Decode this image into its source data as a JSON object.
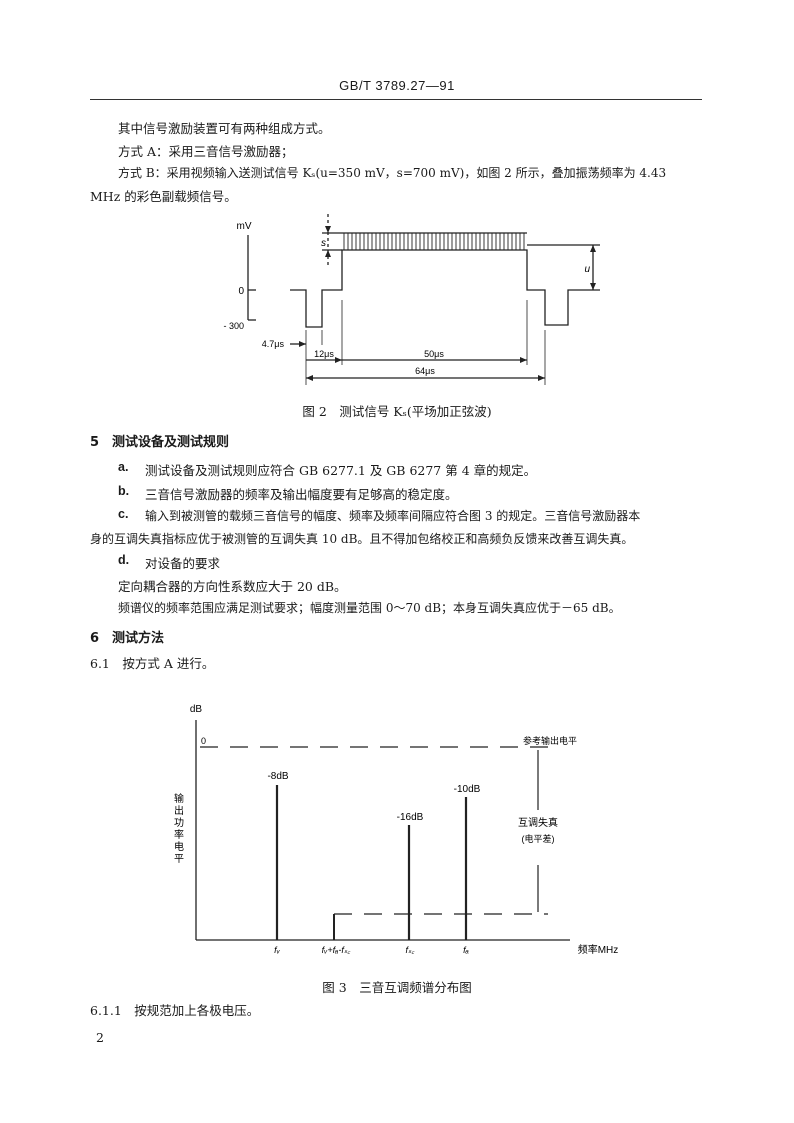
{
  "header": {
    "standard_no": "GB/T 3789.27—91"
  },
  "intro": {
    "line1": "其中信号激励装置可有两种组成方式。",
    "line2": "方式 A：采用三音信号激励器；",
    "line3": "方式 B：采用视频输入送测试信号 Kₛ(u=350 mV，s=700 mV)，如图 2 所示，叠加振荡频率为 4.43",
    "line4": "MHz 的彩色副载频信号。"
  },
  "figure2": {
    "y_unit": "mV",
    "label_s": "s",
    "label_u": "u",
    "label_zero": "0",
    "label_minus300": "- 300",
    "label_4_7us": "4.7μs",
    "label_12us": "12μs",
    "label_50us": "50μs",
    "label_64us": "64μs",
    "caption": "图 2　测试信号 Kₛ(平场加正弦波)"
  },
  "section5": {
    "heading": "5　测试设备及测试规则",
    "a_label": "a.",
    "a_text": "测试设备及测试规则应符合 GB 6277.1 及 GB 6277 第 4 章的规定。",
    "b_label": "b.",
    "b_text": "三音信号激励器的频率及输出幅度要有足够高的稳定度。",
    "c_label": "c.",
    "c_text1": "输入到被测管的载频三音信号的幅度、频率及频率间隔应符合图 3 的规定。三音信号激励器本",
    "c_text2": "身的互调失真指标应优于被测管的互调失真 10 dB。且不得加包络校正和高频负反馈来改善互调失真。",
    "d_label": "d.",
    "d_text": "对设备的要求",
    "d_line2": "定向耦合器的方向性系数应大于 20 dB。",
    "d_line3": "频谱仪的频率范围应满足测试要求；幅度测量范围 0～70 dB；本身互调失真应优于－65 dB。"
  },
  "section6": {
    "heading": "6　测试方法",
    "s61": "6.1　按方式 A 进行。"
  },
  "figure3": {
    "y_unit": "dB",
    "zero_label": "0",
    "ref_label": "参考输出电平",
    "y_axis_title": "输出功率电平",
    "bar1_label": "-8dB",
    "bar2_label": "-16dB",
    "bar3_label": "-10dB",
    "imd_label": "互调失真",
    "imd_sub": "(电平差)",
    "x_label_fv": "fᵥ",
    "x_label_combo": "fᵥ+fₐ-fₛ꜀",
    "x_label_fsc": "fₛ꜀",
    "x_label_fa": "fₐ",
    "x_axis_title": "频率MHz",
    "caption": "图 3　三音互调频谱分布图",
    "levels_db": {
      "fv": -8,
      "fsc": -16,
      "fa": -10,
      "reference": 0
    }
  },
  "section611": {
    "text": "6.1.1　按规范加上各极电压。"
  },
  "footer": {
    "page_no": "2"
  }
}
